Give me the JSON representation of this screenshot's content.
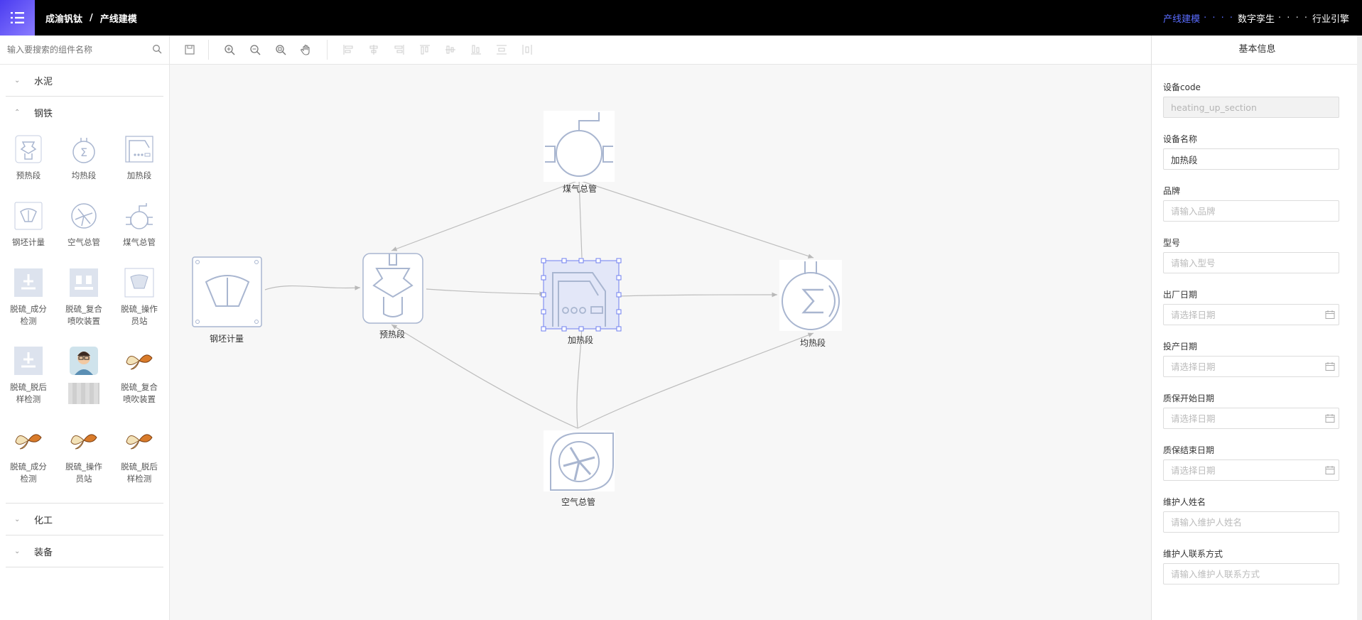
{
  "header": {
    "company": "成渝钒钛",
    "separator": "/",
    "page": "产线建模",
    "nav": [
      {
        "label": "产线建模"
      },
      {
        "label": "数字孪生"
      },
      {
        "label": "行业引擎"
      }
    ],
    "dots": "· · · ·",
    "accent_color": "#5a6cff"
  },
  "sidebar": {
    "search_placeholder": "输入要搜索的组件名称",
    "groups": {
      "cement": "水泥",
      "steel": "钢铁",
      "chemical": "化工",
      "equipment": "装备"
    },
    "components": [
      {
        "line1": "预热段",
        "line2": "",
        "icon": "preheat-icon"
      },
      {
        "line1": "均热段",
        "line2": "",
        "icon": "soaking-icon"
      },
      {
        "line1": "加热段",
        "line2": "",
        "icon": "heating-icon"
      },
      {
        "line1": "钢坯计量",
        "line2": "",
        "icon": "billet-meter-icon"
      },
      {
        "line1": "空气总管",
        "line2": "",
        "icon": "air-fan-icon"
      },
      {
        "line1": "煤气总管",
        "line2": "",
        "icon": "gas-valve-icon"
      },
      {
        "line1": "脱硫_成分",
        "line2": "检测",
        "icon": "desulf-detect-icon"
      },
      {
        "line1": "脱硫_复合",
        "line2": "喷吹装置",
        "icon": "desulf-spray-icon"
      },
      {
        "line1": "脱硫_操作",
        "line2": "员站",
        "icon": "desulf-station-icon"
      },
      {
        "line1": "脱硫_脱后",
        "line2": "样检测",
        "icon": "desulf-sample-icon"
      },
      {
        "line1": "",
        "line2": "",
        "icon": "avatar-icon"
      },
      {
        "line1": "脱硫_复合",
        "line2": "喷吹装置",
        "icon": "butterfly-icon"
      },
      {
        "line1": "脱硫_成分",
        "line2": "检测",
        "icon": "butterfly-icon"
      },
      {
        "line1": "脱硫_操作",
        "line2": "员站",
        "icon": "butterfly-icon"
      },
      {
        "line1": "脱硫_脱后",
        "line2": "样检测",
        "icon": "butterfly-icon"
      }
    ]
  },
  "canvas": {
    "nodes": {
      "gas": "煤气总管",
      "billet": "钢坯计量",
      "preheat": "预热段",
      "heating": "加热段",
      "soaking": "均热段",
      "air": "空气总管"
    },
    "selected_node": "加热段"
  },
  "panel": {
    "title": "基本信息",
    "fields": [
      {
        "label": "设备code",
        "value": "heating_up_section",
        "placeholder": "",
        "disabled": true
      },
      {
        "label": "设备名称",
        "value": "加热段",
        "placeholder": ""
      },
      {
        "label": "品牌",
        "value": "",
        "placeholder": "请输入品牌"
      },
      {
        "label": "型号",
        "value": "",
        "placeholder": "请输入型号"
      },
      {
        "label": "出厂日期",
        "value": "",
        "placeholder": "请选择日期"
      },
      {
        "label": "投产日期",
        "value": "",
        "placeholder": "请选择日期"
      },
      {
        "label": "质保开始日期",
        "value": "",
        "placeholder": "请选择日期"
      },
      {
        "label": "质保结束日期",
        "value": "",
        "placeholder": "请选择日期"
      },
      {
        "label": "维护人姓名",
        "value": "",
        "placeholder": "请输入维护人姓名"
      },
      {
        "label": "维护人联系方式",
        "value": "",
        "placeholder": "请输入维护人联系方式"
      }
    ]
  }
}
